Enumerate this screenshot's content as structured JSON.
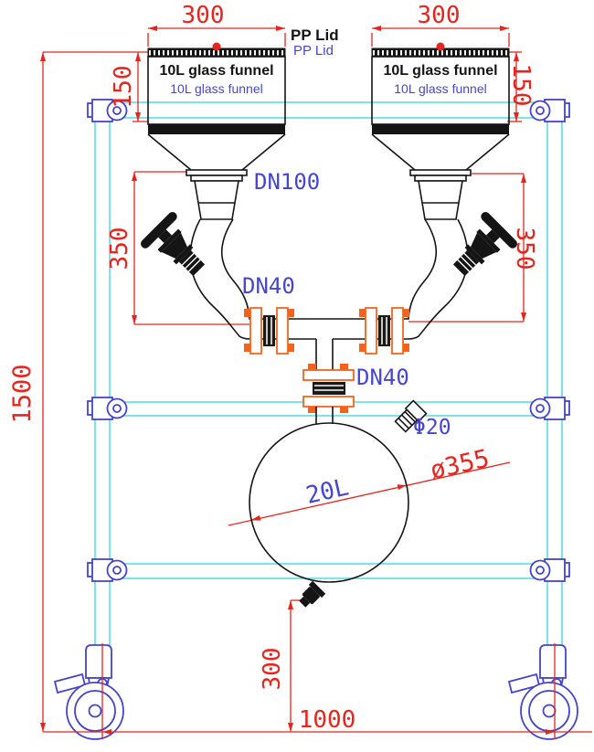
{
  "annotations": {
    "pp_lid_black": "PP Lid",
    "pp_lid_blue": "PP Lid",
    "funnel_left_black": "10L glass funnel",
    "funnel_left_blue": "10L glass funnel",
    "funnel_right_black": "10L glass funnel",
    "funnel_right_blue": "10L glass funnel",
    "dn100": "DN100",
    "dn40_upper": "DN40",
    "dn40_lower": "DN40",
    "side_port": "Φ20",
    "capacity": "20L",
    "diameter": "ø355"
  },
  "dimensions": {
    "funnel_width_left": "300",
    "funnel_width_right": "300",
    "funnel_height_left": "150",
    "funnel_height_right": "150",
    "funnel_drop_left": "350",
    "funnel_drop_right": "350",
    "overall_height": "1500",
    "wheelbase_width": "1000",
    "drain_height": "300"
  },
  "colors": {
    "dimension_red": "#e8241c",
    "frame_cyan": "#4ddde2",
    "label_blue": "#4646d2",
    "fitting_blue": "#4444cc",
    "flange_orange": "#f2641e",
    "glass_black": "#151515"
  }
}
